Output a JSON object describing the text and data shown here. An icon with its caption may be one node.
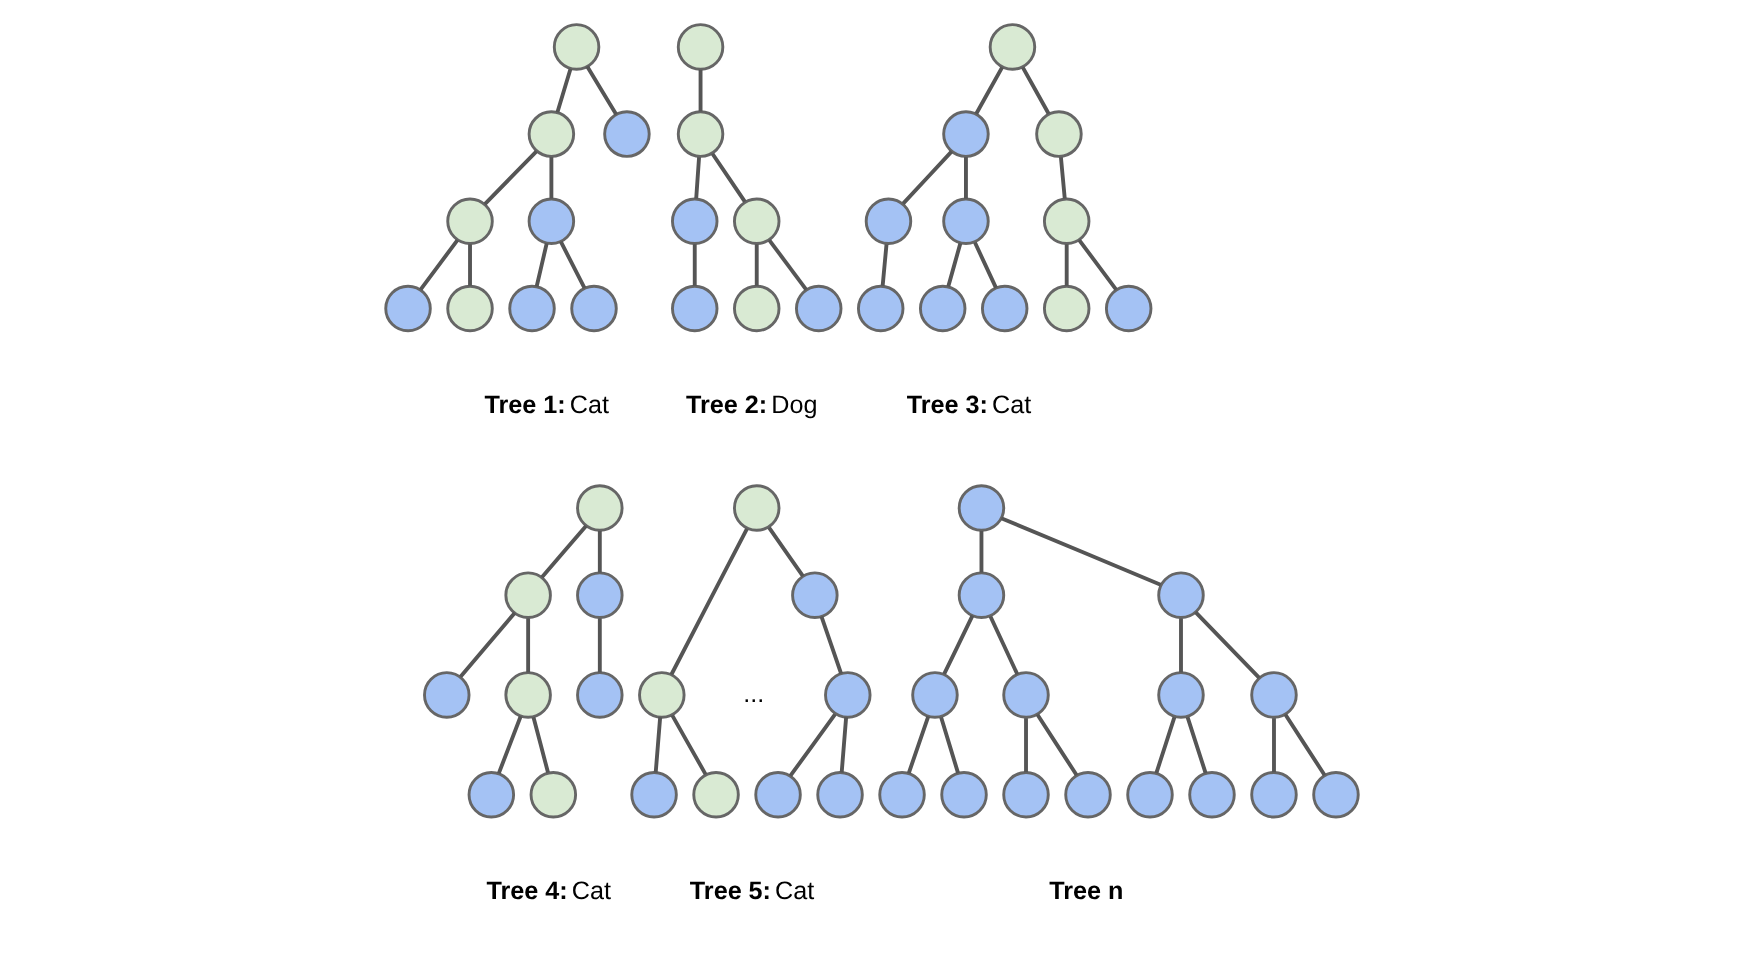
{
  "diagram": {
    "nodes": [
      {
        "text": [],
        "shape": "circle"
      },
      {
        "text": [],
        "shape": "circle"
      },
      {
        "text": [],
        "shape": "circle"
      },
      {
        "text": [],
        "shape": "circle"
      },
      {
        "text": [],
        "shape": "circle"
      },
      {
        "text": [],
        "shape": "circle"
      },
      {
        "text": [],
        "shape": "circle"
      },
      {
        "text": [],
        "shape": "circle"
      },
      {
        "text": [],
        "shape": "circle"
      },
      {
        "text": [],
        "shape": "circle"
      },
      {
        "text": [],
        "shape": "circle"
      },
      {
        "text": [],
        "shape": "circle"
      },
      {
        "text": [],
        "shape": "circle"
      },
      {
        "text": [],
        "shape": "circle"
      },
      {
        "text": [],
        "shape": "circle"
      },
      {
        "text": [],
        "shape": "circle"
      },
      {
        "text": [],
        "shape": "circle"
      },
      {
        "text": [],
        "shape": "circle"
      },
      {
        "text": [],
        "shape": "circle"
      },
      {
        "text": [],
        "shape": "circle"
      },
      {
        "text": [],
        "shape": "circle"
      },
      {
        "text": [],
        "shape": "circle"
      },
      {
        "text": [],
        "shape": "circle"
      },
      {
        "text": [],
        "shape": "circle"
      },
      {
        "text": [],
        "shape": "circle"
      },
      {
        "text": [],
        "shape": "circle"
      },
      {
        "text": [],
        "shape": "circle"
      },
      {
        "text": [],
        "shape": "circle"
      },
      {
        "text": [],
        "shape": "circle"
      },
      {
        "text": [],
        "shape": "circle"
      },
      {
        "text": [],
        "shape": "circle"
      },
      {
        "text": [],
        "shape": "circle"
      },
      {
        "text": [],
        "shape": "circle"
      },
      {
        "text": [],
        "shape": "circle"
      },
      {
        "text": [],
        "shape": "circle"
      },
      {
        "text": [],
        "shape": "circle"
      },
      {
        "text": [],
        "shape": "circle"
      },
      {
        "text": [],
        "shape": "circle"
      },
      {
        "text": [],
        "shape": "circle"
      },
      {
        "text": [],
        "shape": "circle"
      },
      {
        "text": [],
        "shape": "circle"
      },
      {
        "text": [],
        "shape": "circle"
      },
      {
        "text": [],
        "shape": "circle"
      },
      {
        "text": [],
        "shape": "circle"
      },
      {
        "text": [],
        "shape": "circle"
      },
      {
        "text": [],
        "shape": "circle"
      },
      {
        "text": [],
        "shape": "circle"
      },
      {
        "text": [],
        "shape": "circle"
      },
      {
        "text": [],
        "shape": "circle"
      },
      {
        "text": [],
        "shape": "circle"
      },
      {
        "text": [],
        "shape": "circle"
      },
      {
        "text": [],
        "shape": "circle"
      },
      {
        "text": [],
        "shape": "circle"
      },
      {
        "text": [],
        "shape": "circle"
      },
      {
        "text": [],
        "shape": "circle"
      },
      {
        "text": [],
        "shape": "circle"
      },
      {
        "text": [],
        "shape": "circle"
      },
      {
        "text": [],
        "shape": "circle"
      }
    ],
    "edges": [
      {
        "from": 0,
        "to": 1,
        "arrow": "none"
      },
      {
        "from": 0,
        "to": 2,
        "arrow": "none"
      },
      {
        "from": 1,
        "to": 3,
        "arrow": "none"
      },
      {
        "from": 1,
        "to": 4,
        "arrow": "none"
      },
      {
        "from": 3,
        "to": 5,
        "arrow": "none"
      },
      {
        "from": 3,
        "to": 6,
        "arrow": "none"
      },
      {
        "from": 4,
        "to": 7,
        "arrow": "none"
      },
      {
        "from": 4,
        "to": 8,
        "arrow": "none"
      },
      {
        "from": 9,
        "to": 10,
        "arrow": "none"
      },
      {
        "from": 10,
        "to": 11,
        "arrow": "none"
      },
      {
        "from": 10,
        "to": 12,
        "arrow": "none"
      },
      {
        "from": 11,
        "to": 13,
        "arrow": "none"
      },
      {
        "from": 12,
        "to": 14,
        "arrow": "none"
      },
      {
        "from": 12,
        "to": 15,
        "arrow": "none"
      },
      {
        "from": 16,
        "to": 17,
        "arrow": "none"
      },
      {
        "from": 16,
        "to": 18,
        "arrow": "none"
      },
      {
        "from": 17,
        "to": 19,
        "arrow": "none"
      },
      {
        "from": 17,
        "to": 20,
        "arrow": "none"
      },
      {
        "from": 18,
        "to": 21,
        "arrow": "none"
      },
      {
        "from": 19,
        "to": 22,
        "arrow": "none"
      },
      {
        "from": 20,
        "to": 23,
        "arrow": "none"
      },
      {
        "from": 20,
        "to": 24,
        "arrow": "none"
      },
      {
        "from": 21,
        "to": 25,
        "arrow": "none"
      },
      {
        "from": 21,
        "to": 26,
        "arrow": "none"
      },
      {
        "from": 27,
        "to": 28,
        "arrow": "none"
      },
      {
        "from": 27,
        "to": 29,
        "arrow": "none"
      },
      {
        "from": 28,
        "to": 30,
        "arrow": "none"
      },
      {
        "from": 28,
        "to": 31,
        "arrow": "none"
      },
      {
        "from": 29,
        "to": 32,
        "arrow": "none"
      },
      {
        "from": 31,
        "to": 33,
        "arrow": "none"
      },
      {
        "from": 31,
        "to": 34,
        "arrow": "none"
      },
      {
        "from": 35,
        "to": 36,
        "arrow": "none"
      },
      {
        "from": 35,
        "to": 37,
        "arrow": "none"
      },
      {
        "from": 36,
        "to": 38,
        "arrow": "none"
      },
      {
        "from": 36,
        "to": 39,
        "arrow": "none"
      },
      {
        "from": 37,
        "to": 40,
        "arrow": "none"
      },
      {
        "from": 40,
        "to": 41,
        "arrow": "none"
      },
      {
        "from": 40,
        "to": 42,
        "arrow": "none"
      },
      {
        "from": 43,
        "to": 44,
        "arrow": "none"
      },
      {
        "from": 43,
        "to": 45,
        "arrow": "none"
      },
      {
        "from": 44,
        "to": 46,
        "arrow": "none"
      },
      {
        "from": 44,
        "to": 47,
        "arrow": "none"
      },
      {
        "from": 45,
        "to": 48,
        "arrow": "none"
      },
      {
        "from": 45,
        "to": 49,
        "arrow": "none"
      },
      {
        "from": 46,
        "to": 50,
        "arrow": "none"
      },
      {
        "from": 46,
        "to": 51,
        "arrow": "none"
      },
      {
        "from": 47,
        "to": 52,
        "arrow": "none"
      },
      {
        "from": 47,
        "to": 53,
        "arrow": "none"
      },
      {
        "from": 48,
        "to": 54,
        "arrow": "none"
      },
      {
        "from": 48,
        "to": 55,
        "arrow": "none"
      },
      {
        "from": 49,
        "to": 56,
        "arrow": "none"
      },
      {
        "from": 49,
        "to": 57,
        "arrow": "none"
      }
    ],
    "labels": [
      "**Tree 1:** Cat",
      "**Tree 2:** Dog",
      "**Tree 3:** Cat",
      "...",
      "**Tree 4:** Cat",
      "**Tree 5:** Cat",
      "**Tree n**"
    ]
  }
}
